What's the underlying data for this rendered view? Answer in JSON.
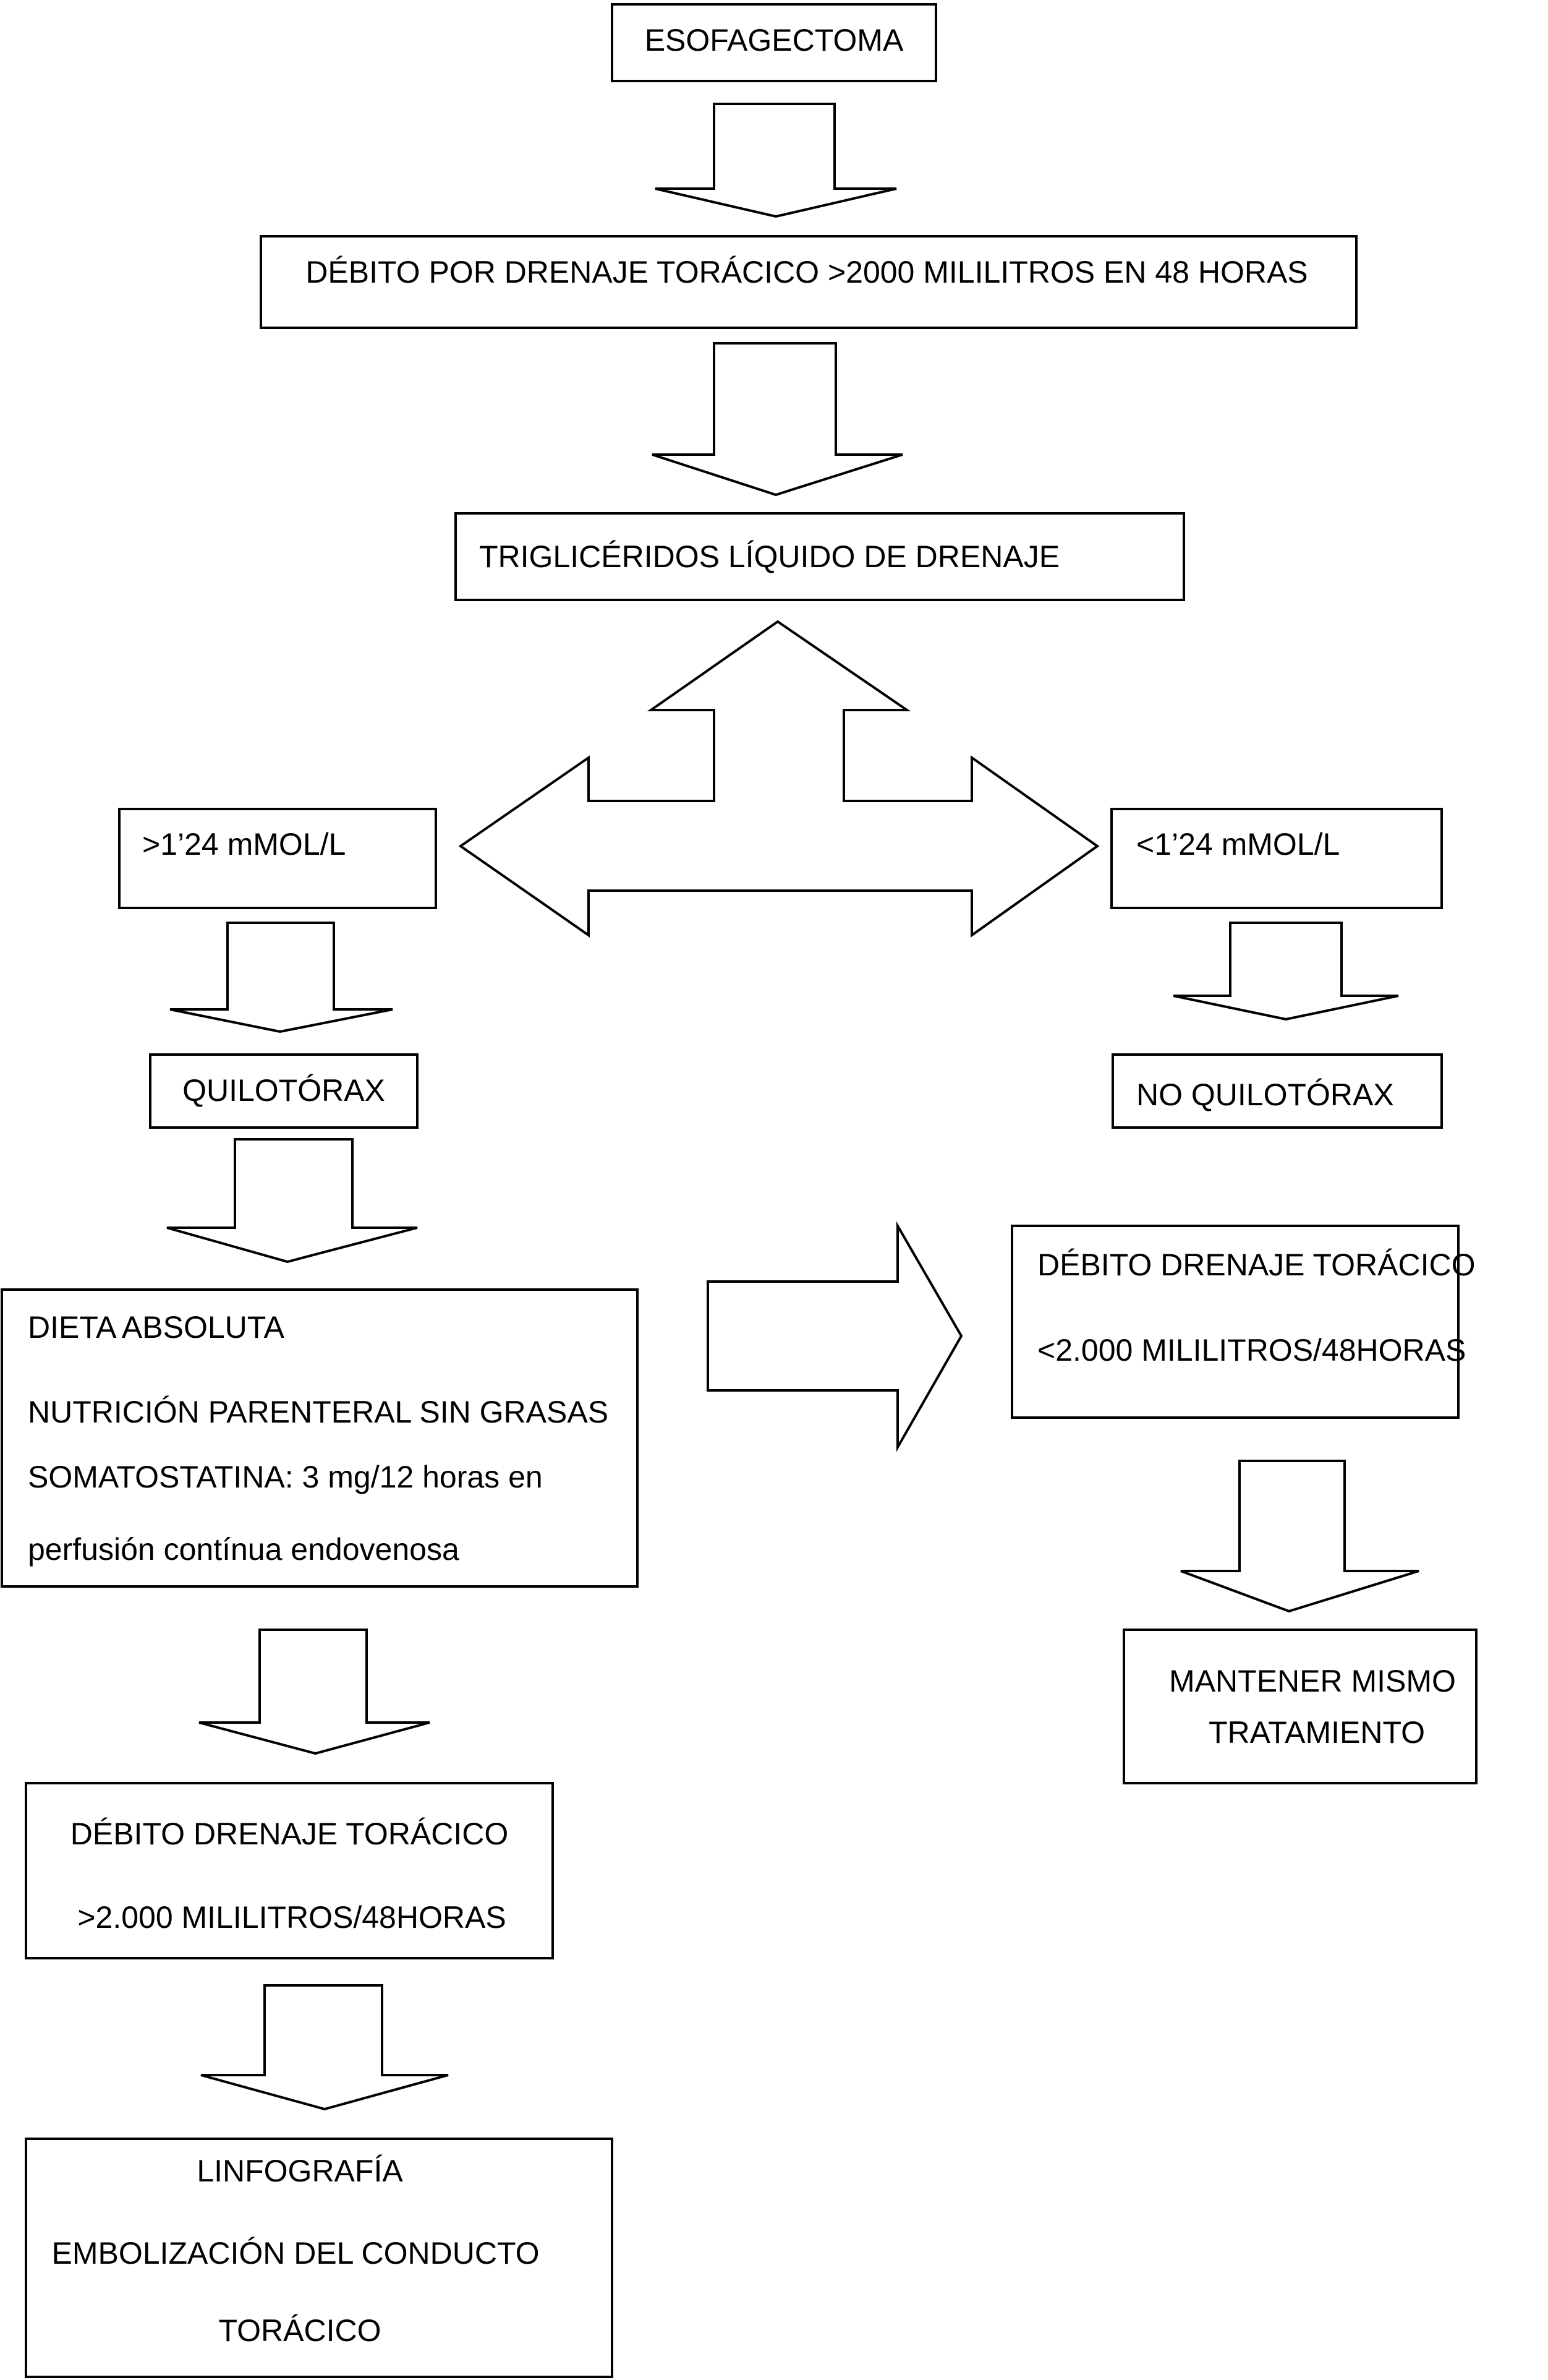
{
  "flowchart": {
    "esofagectomia": "ESOFAGECTOMA",
    "debito_inicial": "DÉBITO POR DRENAJE TORÁCICO >2000 MILILITROS EN 48 HORAS",
    "trigliceridos": "TRIGLICÉRIDOS LÍQUIDO DE DRENAJE",
    "mayor_umbral": ">1’24 mMOL/L",
    "menor_umbral": "<1’24 mMOL/L",
    "quilotorax": "QUILOTÓRAX",
    "no_quilotorax": "NO QUILOTÓRAX",
    "tratamiento": {
      "line1": "DIETA ABSOLUTA",
      "line2": "NUTRICIÓN PARENTERAL SIN GRASAS",
      "line3": "SOMATOSTATINA: 3 mg/12 horas en",
      "line4": "perfusión contínua endovenosa"
    },
    "debito_bajo": {
      "line1": "DÉBITO DRENAJE TORÁCICO",
      "line2": "<2.000 MILILITROS/48HORAS"
    },
    "mantener": {
      "line1": "MANTENER MISMO",
      "line2": "TRATAMIENTO"
    },
    "debito_alto": {
      "line1": "DÉBITO DRENAJE TORÁCICO",
      "line2": ">2.000 MILILITROS/48HORAS"
    },
    "linfografia": {
      "line1": "LINFOGRAFÍA",
      "line2": "EMBOLIZACIÓN DEL CONDUCTO",
      "line3": "TORÁCICO"
    }
  }
}
